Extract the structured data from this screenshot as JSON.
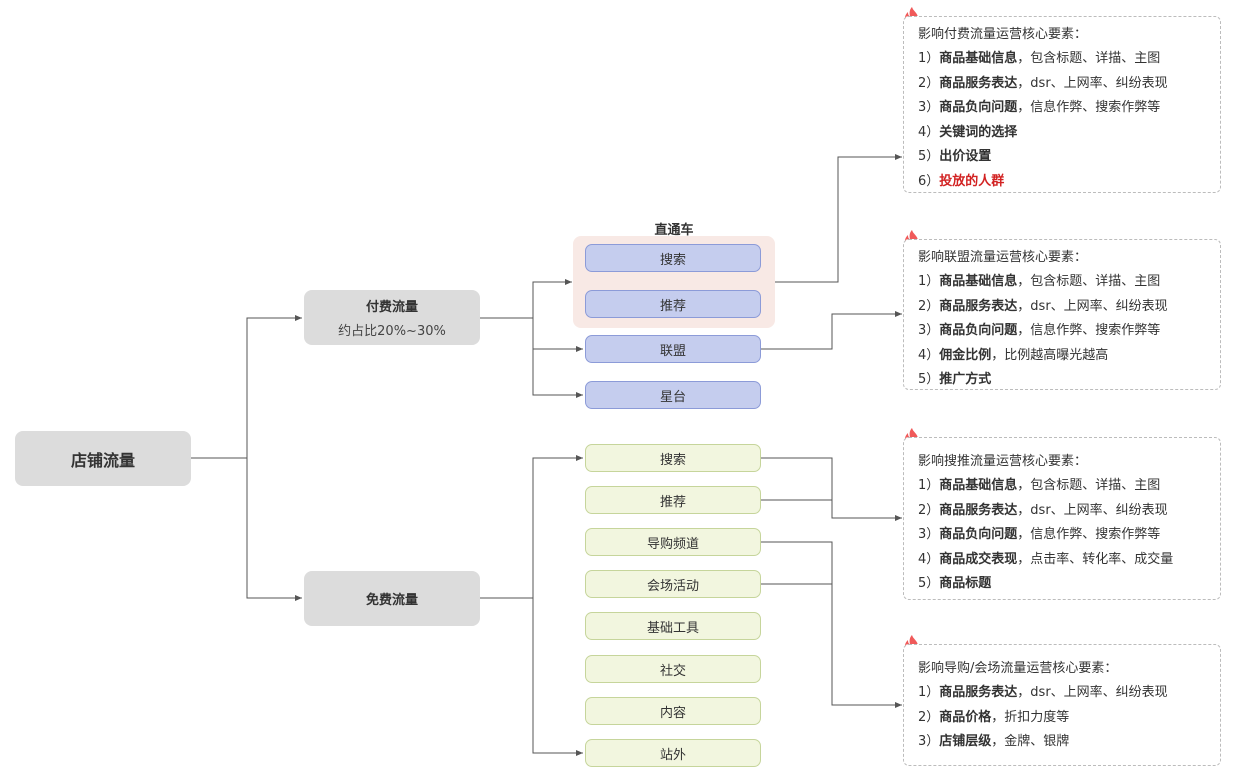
{
  "root": "店铺流量",
  "paid": {
    "title": "付费流量",
    "subtitle": "约占比20%~30%"
  },
  "free": {
    "title": "免费流量"
  },
  "paid_group_title": "直通车",
  "paid_items": [
    "搜索",
    "推荐",
    "联盟",
    "星台"
  ],
  "free_items": [
    "搜索",
    "推荐",
    "导购频道",
    "会场活动",
    "基础工具",
    "社交",
    "内容",
    "站外"
  ],
  "panels": [
    {
      "header": "影响付费流量运营核心要素：",
      "rows": [
        {
          "num": "1）",
          "bold": "商品基础信息",
          "rest": "，包含标题、详描、主图"
        },
        {
          "num": "2）",
          "bold": "商品服务表达",
          "rest": "，dsr、上网率、纠纷表现"
        },
        {
          "num": "3）",
          "bold": "商品负向问题",
          "rest": "，信息作弊、搜索作弊等"
        },
        {
          "num": "4）",
          "bold": "关键词的选择",
          "rest": ""
        },
        {
          "num": "5）",
          "bold": "出价设置",
          "rest": ""
        },
        {
          "num": "6）",
          "bold": "投放的人群",
          "rest": ""
        }
      ]
    },
    {
      "header": "影响联盟流量运营核心要素：",
      "rows": [
        {
          "num": "1）",
          "bold": "商品基础信息",
          "rest": "，包含标题、详描、主图"
        },
        {
          "num": "2）",
          "bold": "商品服务表达",
          "rest": "，dsr、上网率、纠纷表现"
        },
        {
          "num": "3）",
          "bold": "商品负向问题",
          "rest": "，信息作弊、搜索作弊等"
        },
        {
          "num": "4）",
          "bold": "佣金比例",
          "rest": "，比例越高曝光越高"
        },
        {
          "num": "5）",
          "bold": "推广方式",
          "rest": ""
        }
      ]
    },
    {
      "header": "影响搜推流量运营核心要素：",
      "rows": [
        {
          "num": "1）",
          "bold": "商品基础信息",
          "rest": "，包含标题、详描、主图"
        },
        {
          "num": "2）",
          "bold": "商品服务表达",
          "rest": "，dsr、上网率、纠纷表现"
        },
        {
          "num": "3）",
          "bold": "商品负向问题",
          "rest": "，信息作弊、搜索作弊等"
        },
        {
          "num": "4）",
          "bold": "商品成交表现",
          "rest": "，点击率、转化率、成交量"
        },
        {
          "num": "5）",
          "bold": "商品标题",
          "rest": ""
        }
      ]
    },
    {
      "header": "影响导购/会场流量运营核心要素：",
      "rows": [
        {
          "num": "1）",
          "bold": "商品服务表达",
          "rest": "，dsr、上网率、纠纷表现"
        },
        {
          "num": "2）",
          "bold": "商品价格",
          "rest": "，折扣力度等"
        },
        {
          "num": "3）",
          "bold": "店铺层级",
          "rest": "，金牌、银牌"
        }
      ]
    }
  ],
  "colors": {
    "highlight": "#d22222",
    "fire": "#f05a5a"
  }
}
